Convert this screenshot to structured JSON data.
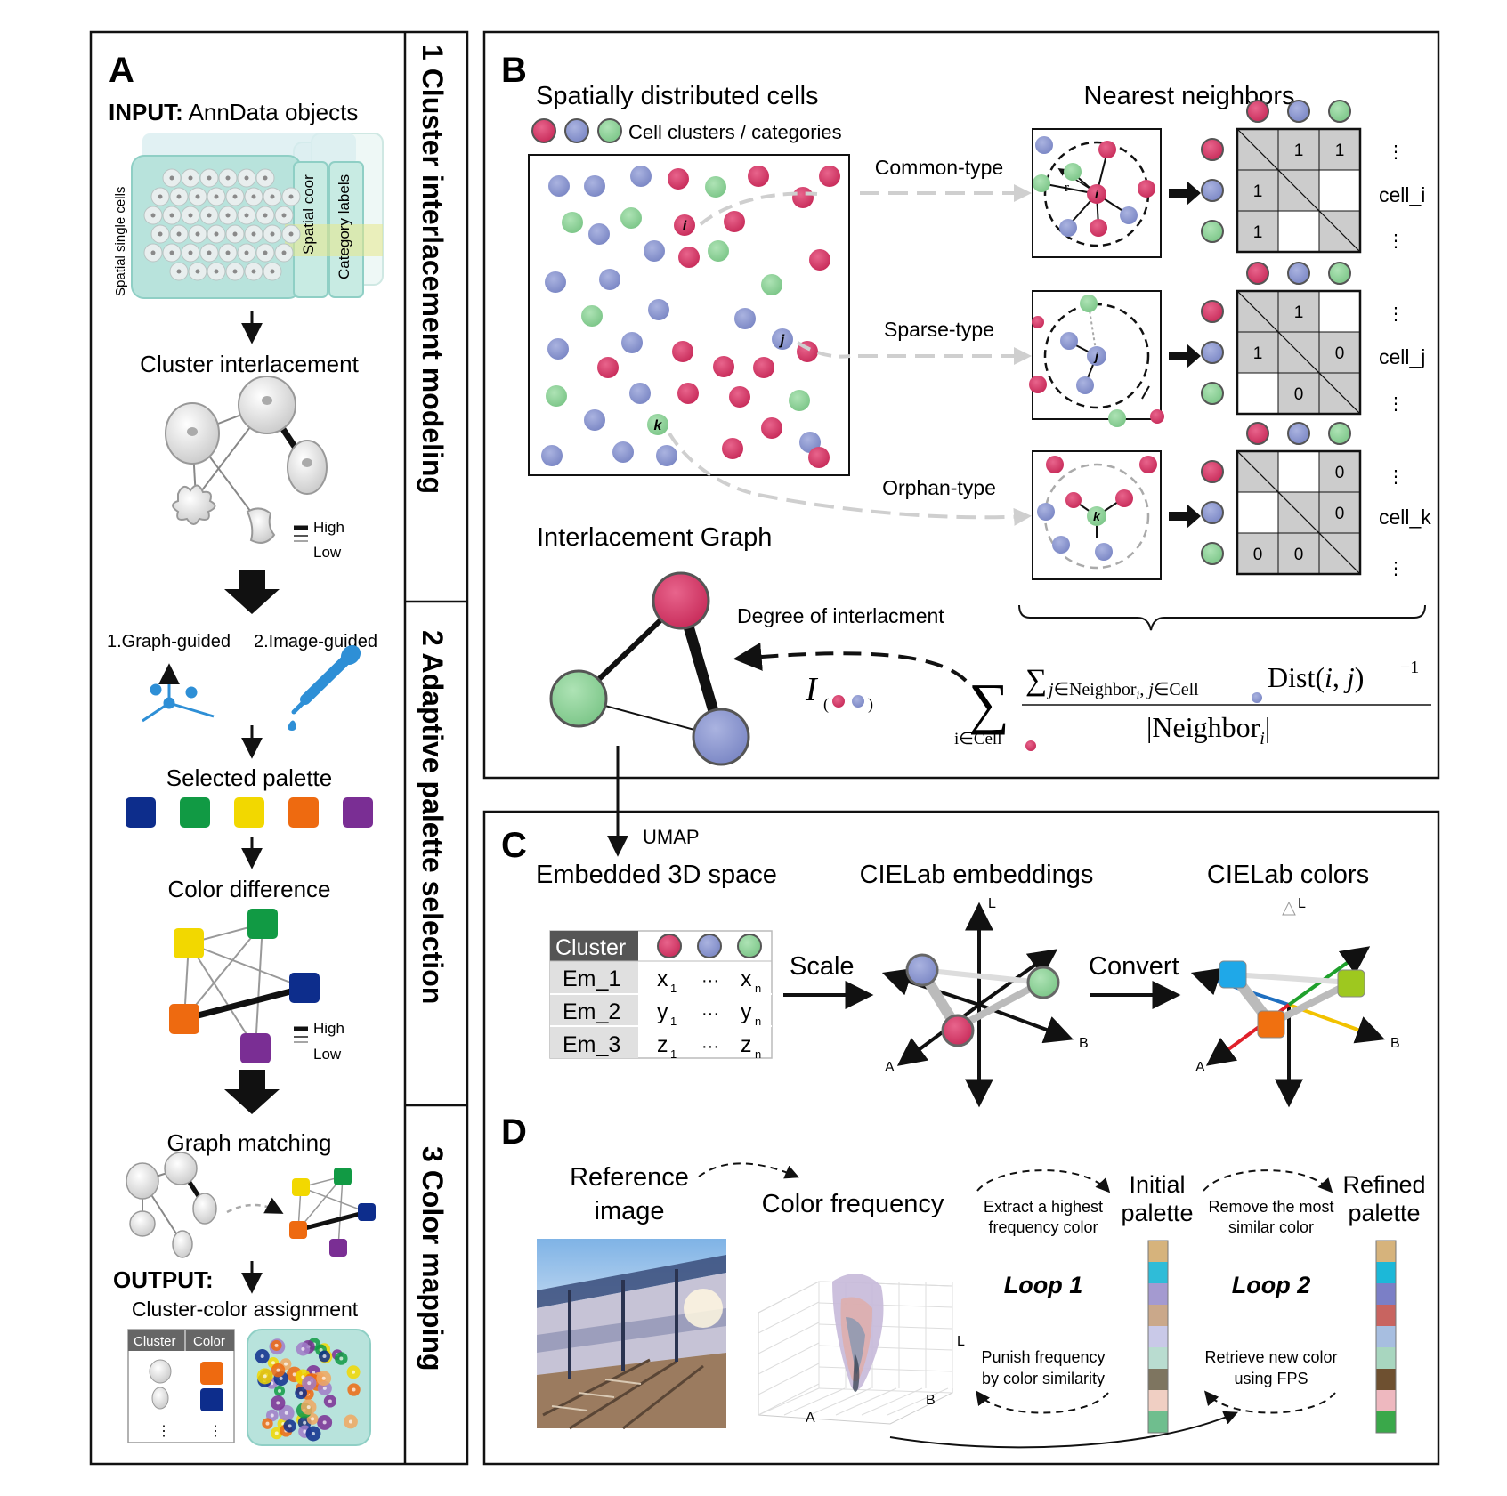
{
  "colors": {
    "red": "#d23a66",
    "blue": "#8f9bd0",
    "green": "#8fd29a",
    "pal_blue": "#0d2d8c",
    "pal_green": "#119a44",
    "pal_yellow": "#f2d800",
    "pal_orange": "#ee6a10",
    "pal_purple": "#7a2e94",
    "cyan_box": "#b8e3dc",
    "matrix_gray": "#cccccc"
  },
  "panelA": {
    "letter": "A",
    "input_bold": "INPUT:",
    "input_rest": " AnnData objects",
    "spatial_cells": "Spatial single cells",
    "spatial_coor": "Spatial coor",
    "category_labels": "Category labels",
    "cluster_interlacement": "Cluster interlacement",
    "high": "High",
    "low": "Low",
    "graph_guided": "1.Graph-guided",
    "image_guided": "2.Image-guided",
    "selected_palette": "Selected palette",
    "color_difference": "Color difference",
    "high2": "High",
    "low2": "Low",
    "graph_matching": "Graph matching",
    "output_bold": "OUTPUT:",
    "cluster_color_assignment": "Cluster-color assignment",
    "table_cluster": "Cluster",
    "table_color": "Color",
    "vdots": "⋮"
  },
  "steps": [
    {
      "label": "1 Cluster interlacement modeling"
    },
    {
      "label": "2 Adaptive palette selection"
    },
    {
      "label": "3 Color mapping"
    }
  ],
  "panelB": {
    "letter": "B",
    "title_left": "Spatially distributed cells",
    "legend": "Cell clusters / categories",
    "title_right": "Nearest neighbors",
    "common": "Common-type",
    "sparse": "Sparse-type",
    "orphan": "Orphan-type",
    "cell_i": "cell_i",
    "cell_j": "cell_j",
    "cell_k": "cell_k",
    "label_i": "i",
    "label_j": "j",
    "label_k": "k",
    "label_r": "r",
    "graph_title": "Interlacement Graph",
    "degree": "Degree of interlacment",
    "one": "1",
    "zero": "0",
    "vdots": "⋮",
    "formula_I": "I",
    "formula_sum_sub": "i∈Cell",
    "formula_num": "∑j∈Neighbor",
    "formula_num_sub2": "i",
    "formula_num_mid": ", j∈Cell",
    "formula_dist": "Dist(i,  j)",
    "formula_exp": "−1",
    "formula_den": "|Neighbor",
    "formula_den_sub": "i",
    "formula_den_close": "|"
  },
  "panelC": {
    "letter": "C",
    "umap": "UMAP",
    "embedded": "Embedded 3D space",
    "cielab_emb": "CIELab embeddings",
    "cielab_colors": "CIELab colors",
    "scale": "Scale",
    "convert": "Convert",
    "table_header": "Cluster",
    "rows": [
      {
        "name": "Em_1",
        "a": "x",
        "b": "x",
        "sa": "1",
        "sb": "n"
      },
      {
        "name": "Em_2",
        "a": "y",
        "b": "y",
        "sa": "1",
        "sb": "n"
      },
      {
        "name": "Em_3",
        "a": "z",
        "b": "z",
        "sa": "1",
        "sb": "n"
      }
    ],
    "dots": "···",
    "axis_L": "L",
    "axis_A": "A",
    "axis_B": "B"
  },
  "panelD": {
    "letter": "D",
    "reference_line1": "Reference",
    "reference_line2": "image",
    "color_frequency": "Color frequency",
    "extract_line1": "Extract a highest",
    "extract_line2": "frequency color",
    "initial_line1": "Initial",
    "initial_line2": "palette",
    "remove_line1": "Remove the most",
    "remove_line2": "similar color",
    "refined_line1": "Refined",
    "refined_line2": "palette",
    "loop1": "Loop 1",
    "loop2": "Loop 2",
    "punish_line1": "Punish frequency",
    "punish_line2": "by color similarity",
    "retrieve_line1": "Retrieve new color",
    "retrieve_line2": "using FPS",
    "axis_L": "L",
    "axis_A": "A",
    "axis_B": "B",
    "initial_palette": [
      "#d6b37c",
      "#2fbcd8",
      "#a49ad0",
      "#caa88a",
      "#c9c9e8",
      "#b9dcd0",
      "#7e7560",
      "#f0cfc3",
      "#6fbe8e"
    ],
    "refined_palette": [
      "#d6b37c",
      "#1cb8d8",
      "#7b7fc6",
      "#c86460",
      "#a7bee0",
      "#a8d6bf",
      "#6e5030",
      "#eeb8bf",
      "#3aa84a"
    ]
  }
}
